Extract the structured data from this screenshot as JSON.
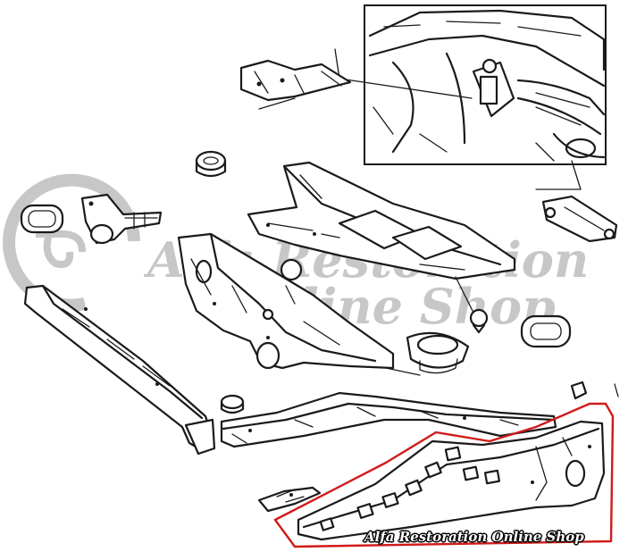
{
  "watermark": {
    "line1": "Alfa Restoration",
    "line2": "Online Shop",
    "color": "#9a9a9a"
  },
  "brand_label": "Alfa Restoration Online Shop",
  "highlight": {
    "color": "#d11a1a"
  }
}
